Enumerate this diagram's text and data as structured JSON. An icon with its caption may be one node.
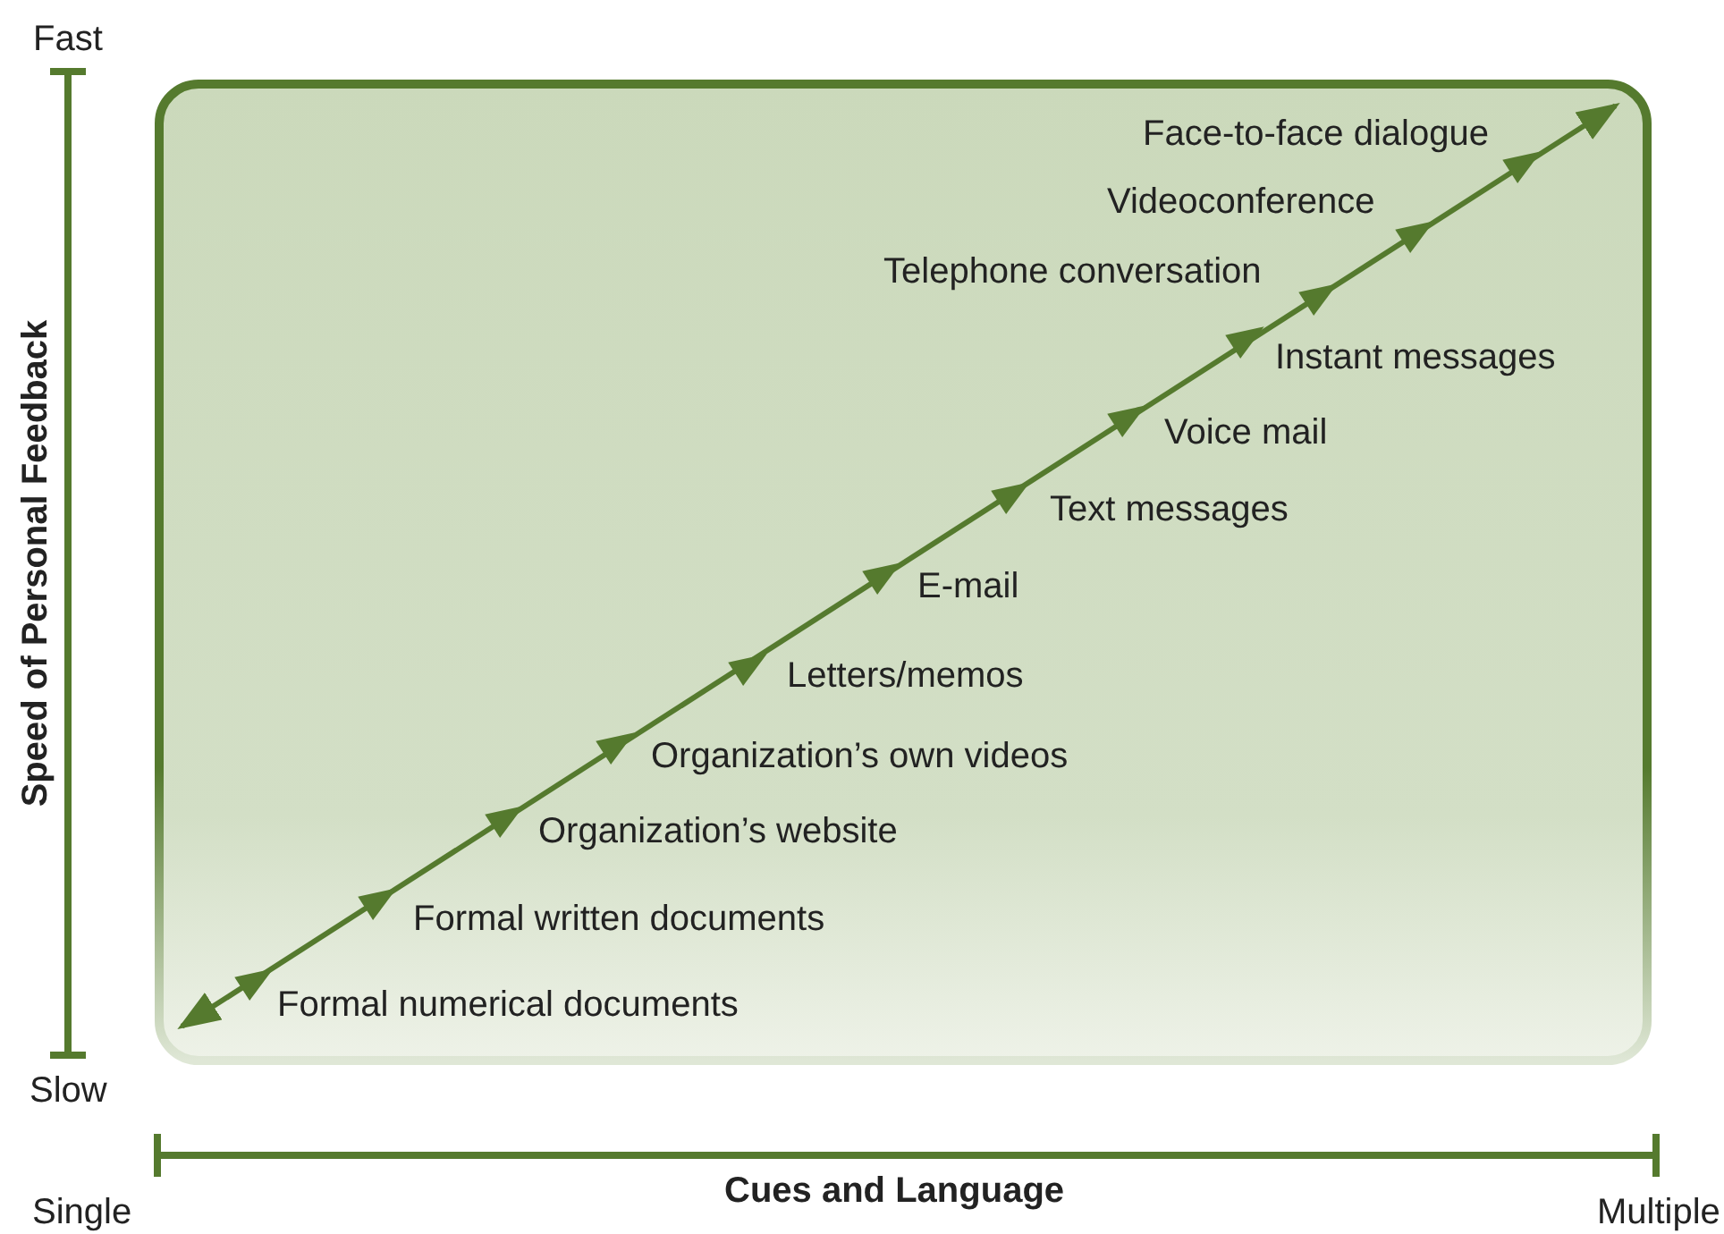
{
  "diagram": {
    "labels": [
      "Fast",
      "Face-to-face dialogue",
      "Videoconference",
      "Telephone conversation",
      "Instant messages",
      "Voice mail",
      "Text messages",
      "E-mail",
      "Letters/memos",
      "Organization’s own videos",
      "Organization’s website",
      "Formal written documents",
      "Formal numerical documents",
      "Speed of Personal Feedback",
      "Slow",
      "Single",
      "Cues and Language",
      "Multiple"
    ]
  }
}
